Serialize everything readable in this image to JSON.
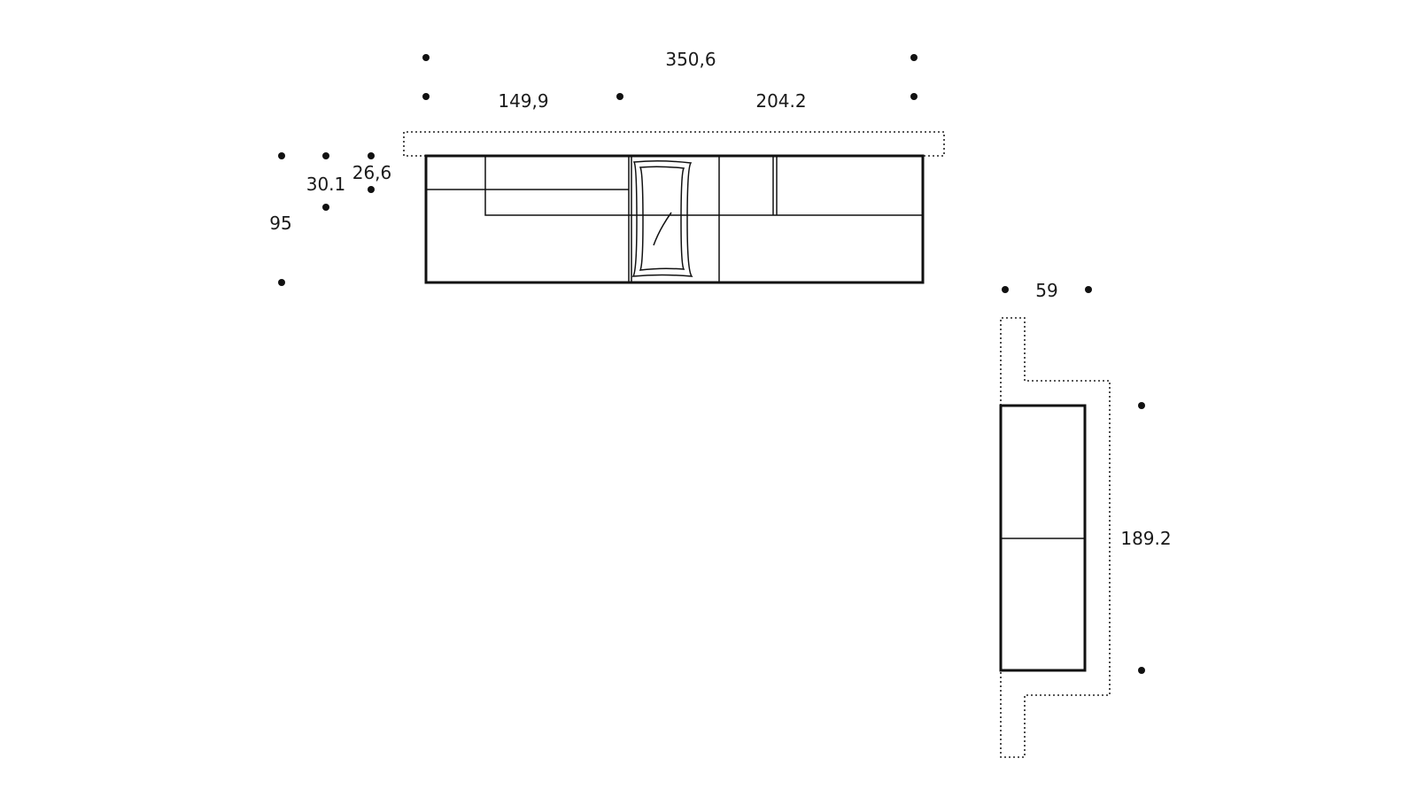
{
  "diagram": {
    "dimensions": {
      "overall_width": "350,6",
      "left_section_width": "149,9",
      "right_section_width": "204.2",
      "back_depth": "30.1",
      "backrest_depth": "26,6",
      "total_depth": "95",
      "chaise_width": "59",
      "chaise_length": "189.2"
    },
    "colors": {
      "line": "#111111",
      "background": "#ffffff"
    }
  }
}
